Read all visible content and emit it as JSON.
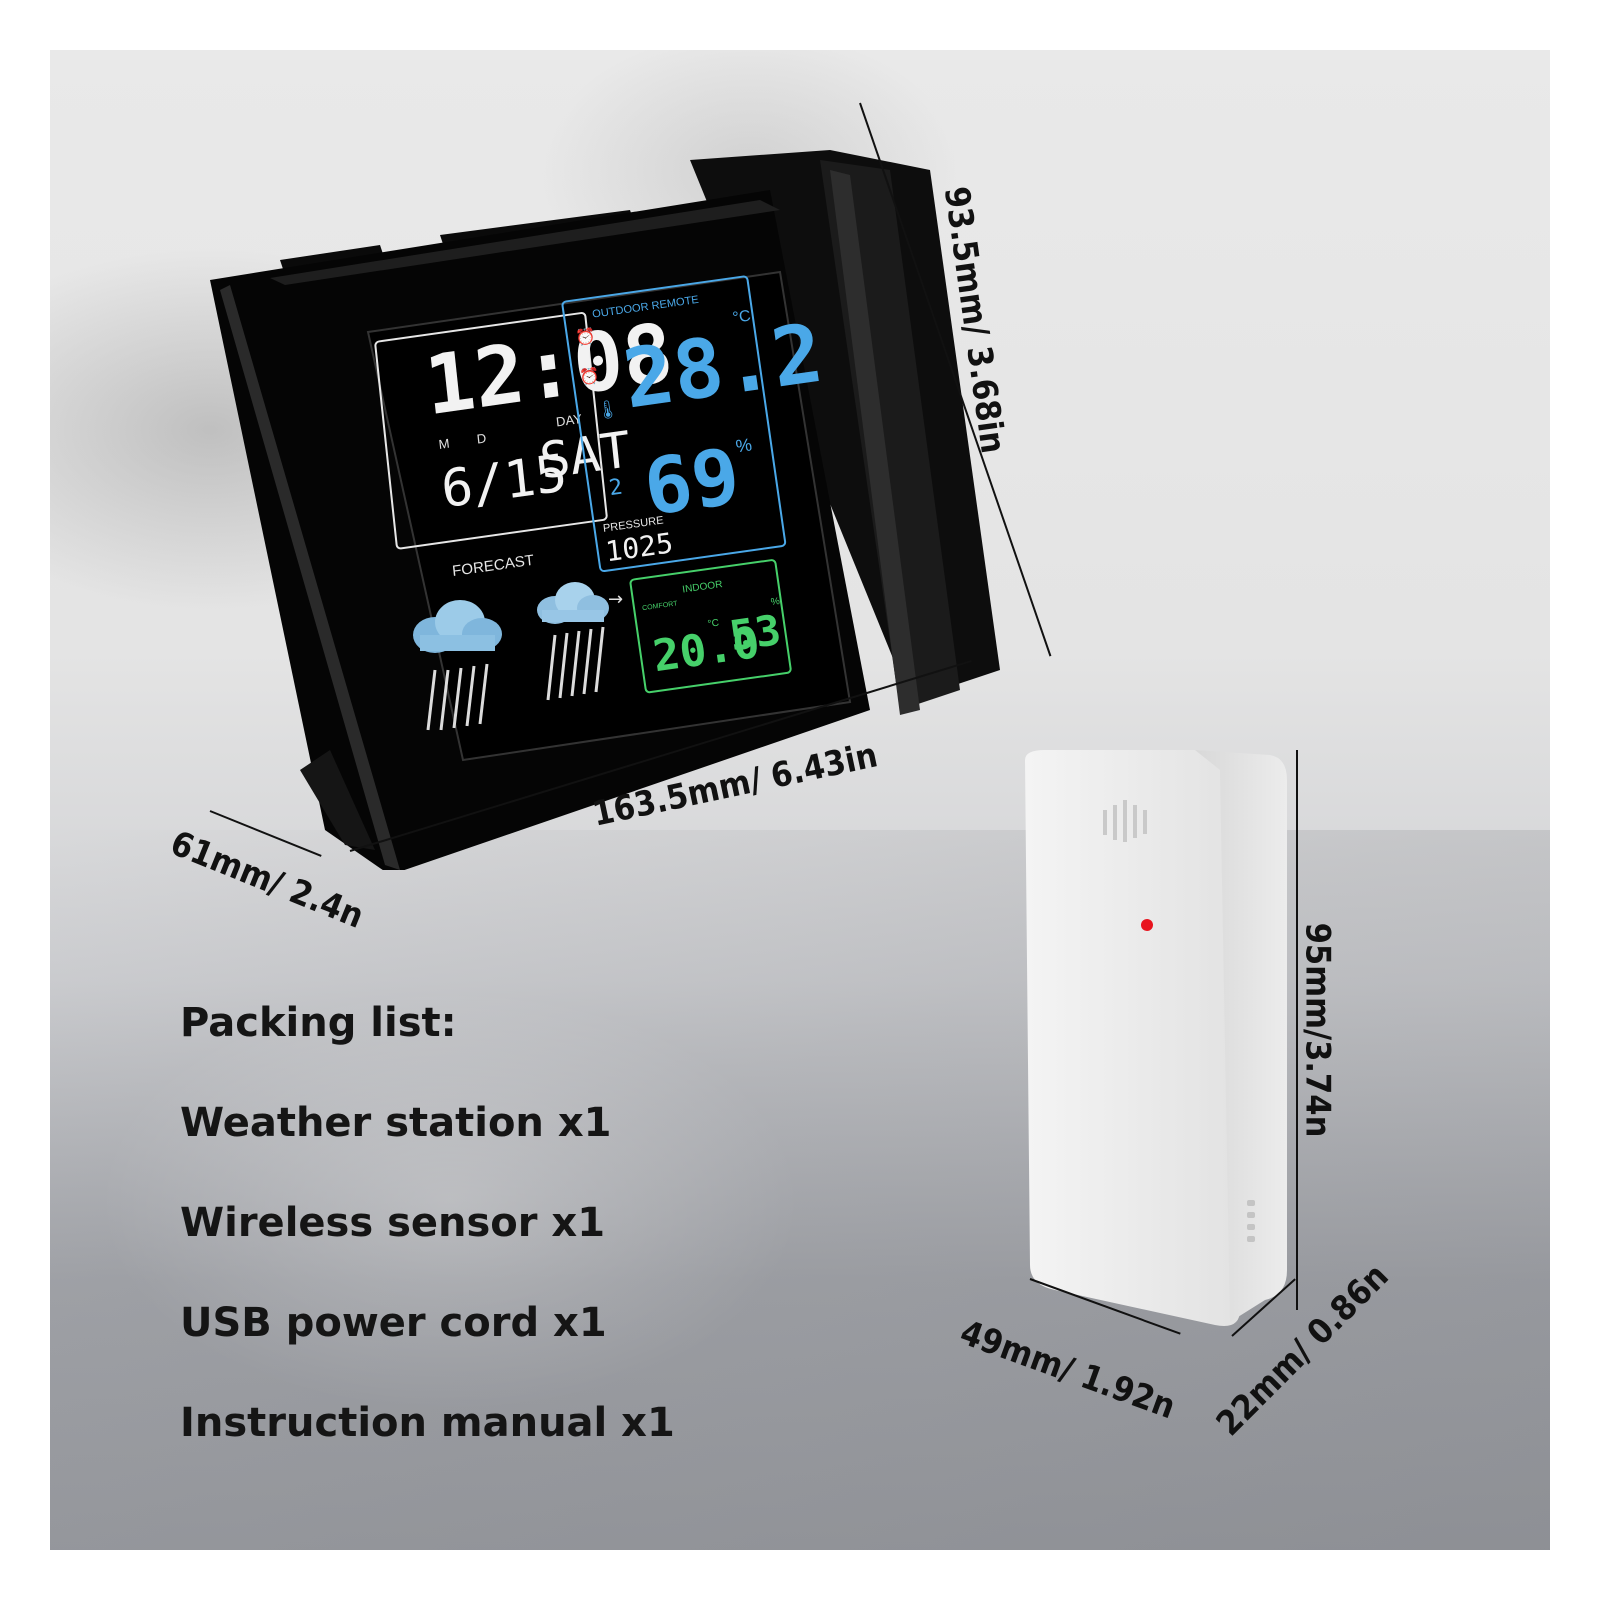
{
  "display": {
    "time": "12:08",
    "month_label": "M",
    "day_label": "D",
    "weekday_label": "DAY",
    "date": "6/15",
    "weekday": "SAT",
    "forecast_label": "FORECAST",
    "pressure_label": "PRESSURE",
    "pressure_value": "1025",
    "outdoor_label": "OUTDOOR REMOTE",
    "outdoor_temp": "28.2",
    "outdoor_temp_unit": "°C",
    "outdoor_humidity": "69",
    "humidity_unit": "%",
    "channel": "2",
    "indoor_label": "INDOOR",
    "comfort_label": "COMFORT",
    "indoor_temp": "20.0",
    "indoor_temp_unit": "°C",
    "indoor_humidity": "53",
    "indoor_humidity_unit": "%"
  },
  "dimensions": {
    "station_height": "93.5mm/ 3.68in",
    "station_width": "163.5mm/ 6.43in",
    "station_depth": "61mm/ 2.4n",
    "sensor_height": "95mm/3.74n",
    "sensor_width": "49mm/ 1.92n",
    "sensor_depth": "22mm/ 0.86n"
  },
  "packing_list": {
    "title": "Packing list:",
    "items": [
      "Weather station x1",
      "Wireless sensor x1",
      "USB power cord x1",
      "Instruction manual x1"
    ]
  },
  "colors": {
    "lcd_white": "#f2f2f2",
    "lcd_blue": "#4aa8e8",
    "lcd_green": "#46d06a",
    "sensor_led": "#e8141e"
  }
}
